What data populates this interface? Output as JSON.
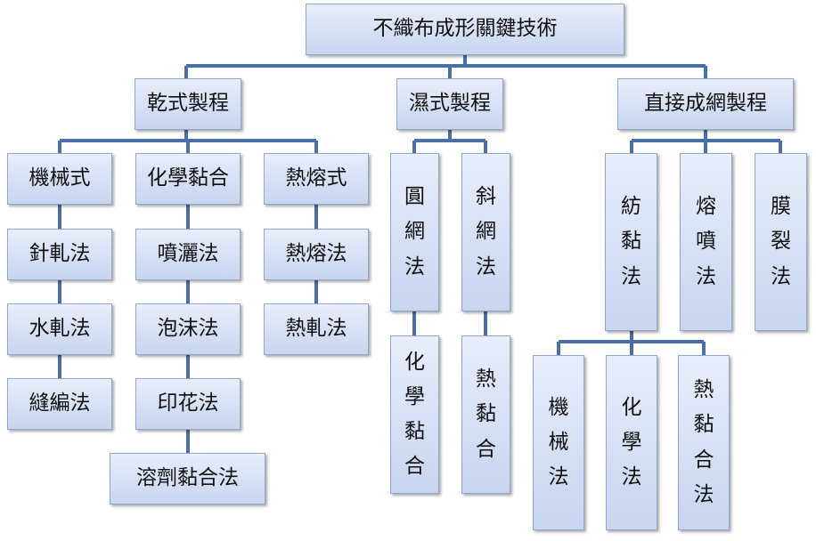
{
  "root": "不織布成形關鍵技術",
  "categories": {
    "dry": "乾式製程",
    "wet": "濕式製程",
    "direct": "直接成網製程"
  },
  "dry": {
    "mechanical": "機械式",
    "chemical": "化學黏合",
    "thermal": "熱熔式",
    "mechanical_items": [
      "針軋法",
      "水軋法",
      "縫編法"
    ],
    "chemical_items": [
      "噴灑法",
      "泡沫法",
      "印花法",
      "溶劑黏合法"
    ],
    "thermal_items": [
      "熱熔法",
      "熱軋法"
    ]
  },
  "wet": {
    "round": "圓網法",
    "incline": "斜網法",
    "round_child": "化學黏合",
    "incline_child": "熱黏合"
  },
  "direct": {
    "spunbond": "紡黏法",
    "meltblown": "熔噴法",
    "film": "膜裂法",
    "spunbond_items": [
      "機械法",
      "化學法",
      "熱黏合法"
    ]
  }
}
